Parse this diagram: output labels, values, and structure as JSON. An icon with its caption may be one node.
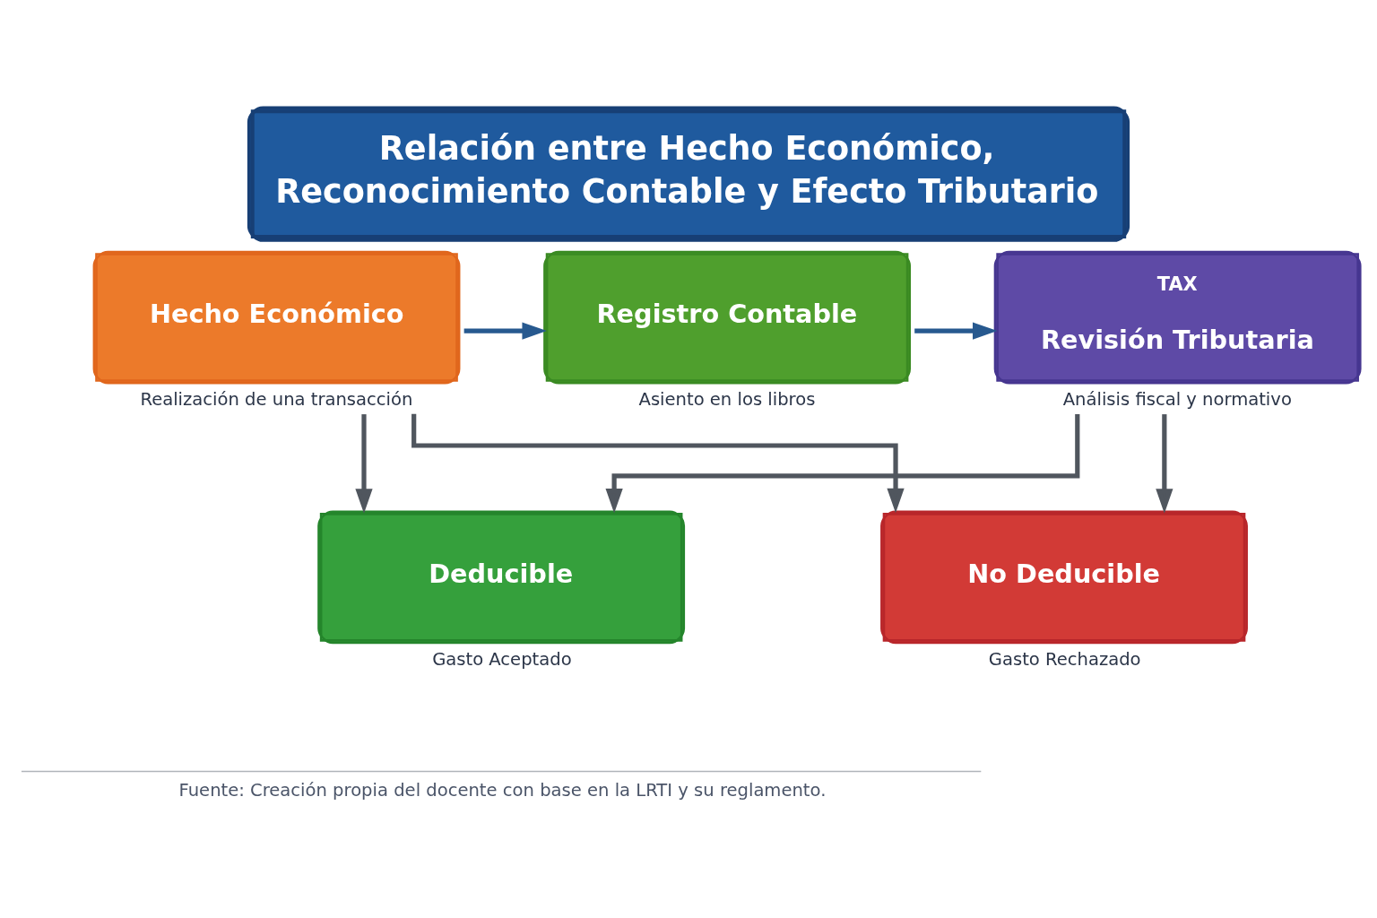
{
  "diagram": {
    "title": "Relación entre Hecho Económico, Reconocimiento Contable y Efecto Tributario",
    "caption": "Fuente: Creación propia del docente con base en la LRTI y su reglamento.",
    "nodes": [
      {
        "text": [
          "Hecho Económico"
        ],
        "beside": [
          "Realización de una transacción"
        ]
      },
      {
        "text": [
          "Registro Contable"
        ],
        "beside": [
          "Asiento en los libros"
        ]
      },
      {
        "text": [
          "TAX",
          "Revisión Tributaria"
        ],
        "beside": [
          "Análisis fiscal y normativo"
        ]
      },
      {
        "text": [
          "Deducible"
        ],
        "beside": [
          "Gasto Aceptado"
        ]
      },
      {
        "text": [
          "No Deducible"
        ],
        "beside": [
          "Gasto Rechazado"
        ]
      }
    ],
    "edges": [
      {
        "from": 0,
        "to": 1,
        "arrow": "to",
        "color": "#27598f"
      },
      {
        "from": 1,
        "to": 2,
        "arrow": "to",
        "color": "#27598f"
      },
      {
        "from": 0,
        "to": 3,
        "arrow": "to"
      },
      {
        "from": 0,
        "to": 4,
        "arrow": "to"
      },
      {
        "from": 2,
        "to": 3,
        "arrow": "to"
      },
      {
        "from": 2,
        "to": 4,
        "arrow": "to"
      }
    ]
  }
}
